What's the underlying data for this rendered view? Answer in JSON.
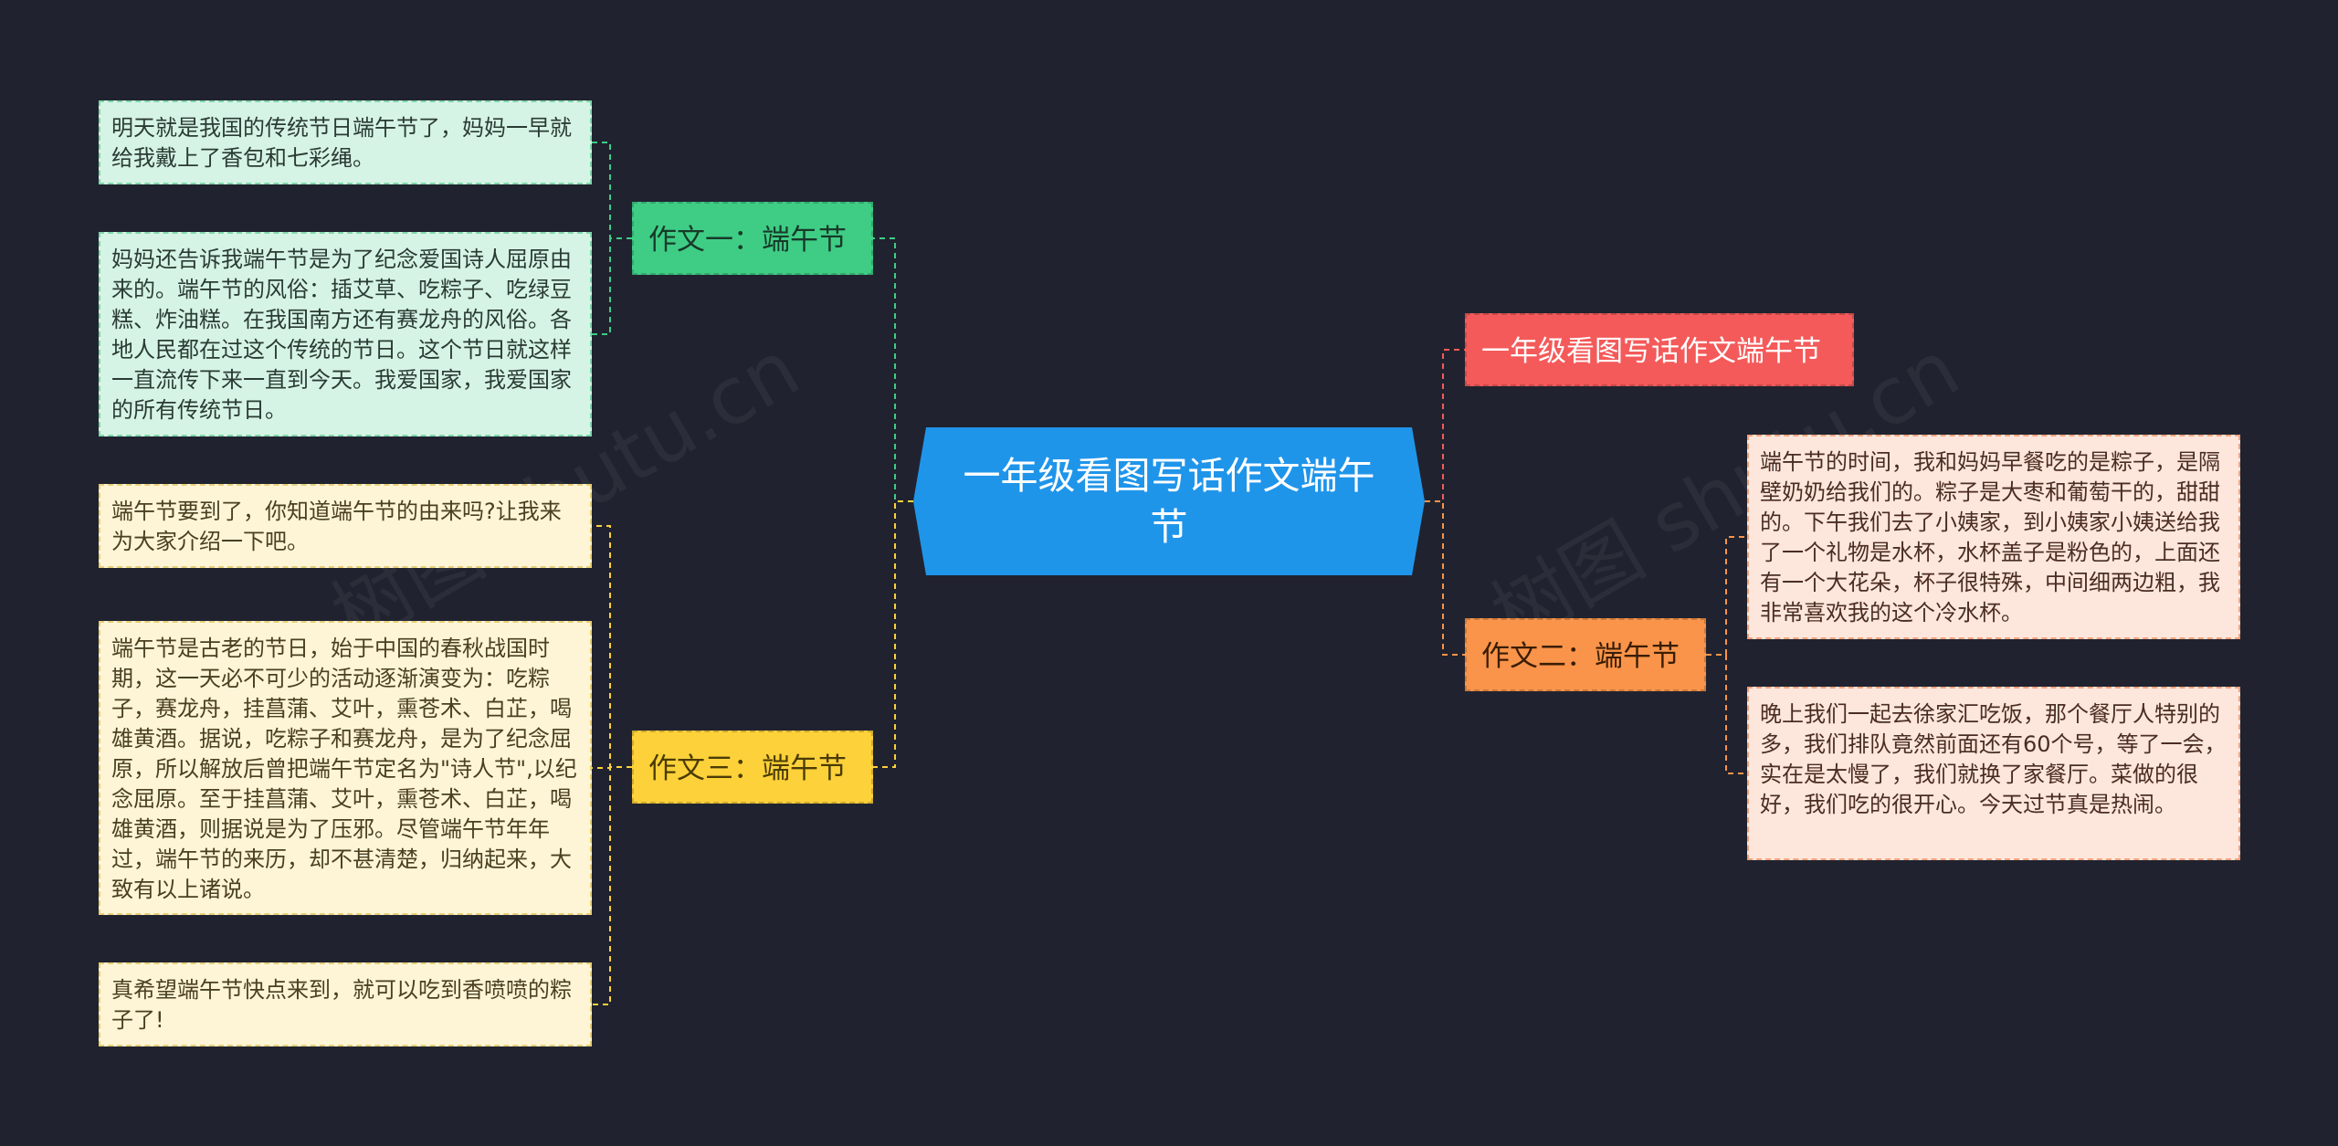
{
  "root": {
    "title": "一年级看图写话作文端午节"
  },
  "branches": {
    "essay1": {
      "title": "作文一：端午节",
      "leaves": [
        "明天就是我国的传统节日端午节了，妈妈一早就给我戴上了香包和七彩绳。",
        "妈妈还告诉我端午节是为了纪念爱国诗人屈原由来的。端午节的风俗：插艾草、吃粽子、吃绿豆糕、炸油糕。在我国南方还有赛龙舟的风俗。各地人民都在过这个传统的节日。这个节日就这样一直流传下来一直到今天。我爱国家，我爱国家的所有传统节日。"
      ]
    },
    "essay3": {
      "title": "作文三：端午节",
      "leaves": [
        "端午节要到了，你知道端午节的由来吗?让我来为大家介绍一下吧。",
        "端午节是古老的节日，始于中国的春秋战国时期，这一天必不可少的活动逐渐演变为：吃粽子，赛龙舟，挂菖蒲、艾叶，熏苍术、白芷，喝雄黄酒。据说，吃粽子和赛龙舟，是为了纪念屈原，所以解放后曾把端午节定名为\"诗人节\",以纪念屈原。至于挂菖蒲、艾叶，熏苍术、白芷，喝雄黄酒，则据说是为了压邪。尽管端午节年年过，端午节的来历，却不甚清楚，归纳起来，大致有以上诸说。",
        "真希望端午节快点来到，就可以吃到香喷喷的粽子了!"
      ]
    },
    "title_node": {
      "title": "一年级看图写话作文端午节"
    },
    "essay2": {
      "title": "作文二：端午节",
      "leaves": [
        "端午节的时间，我和妈妈早餐吃的是粽子，是隔壁奶奶给我们的。粽子是大枣和葡萄干的，甜甜的。下午我们去了小姨家，到小姨家小姨送给我了一个礼物是水杯，水杯盖子是粉色的，上面还有一个大花朵，杯子很特殊，中间细两边粗，我非常喜欢我的这个冷水杯。",
        "晚上我们一起去徐家汇吃饭，那个餐厅人特别的多，我们排队竟然前面还有60个号，等了一会，实在是太慢了，我们就换了家餐厅。菜做的很好，我们吃的很开心。今天过节真是热闹。"
      ]
    }
  },
  "watermark": "树图 shutu.cn",
  "colors": {
    "background": "#20232f",
    "root": "#1f95ea",
    "green": "#3fcd85",
    "yellow": "#fdd13a",
    "red": "#f45a5a",
    "orange": "#f9944a"
  }
}
